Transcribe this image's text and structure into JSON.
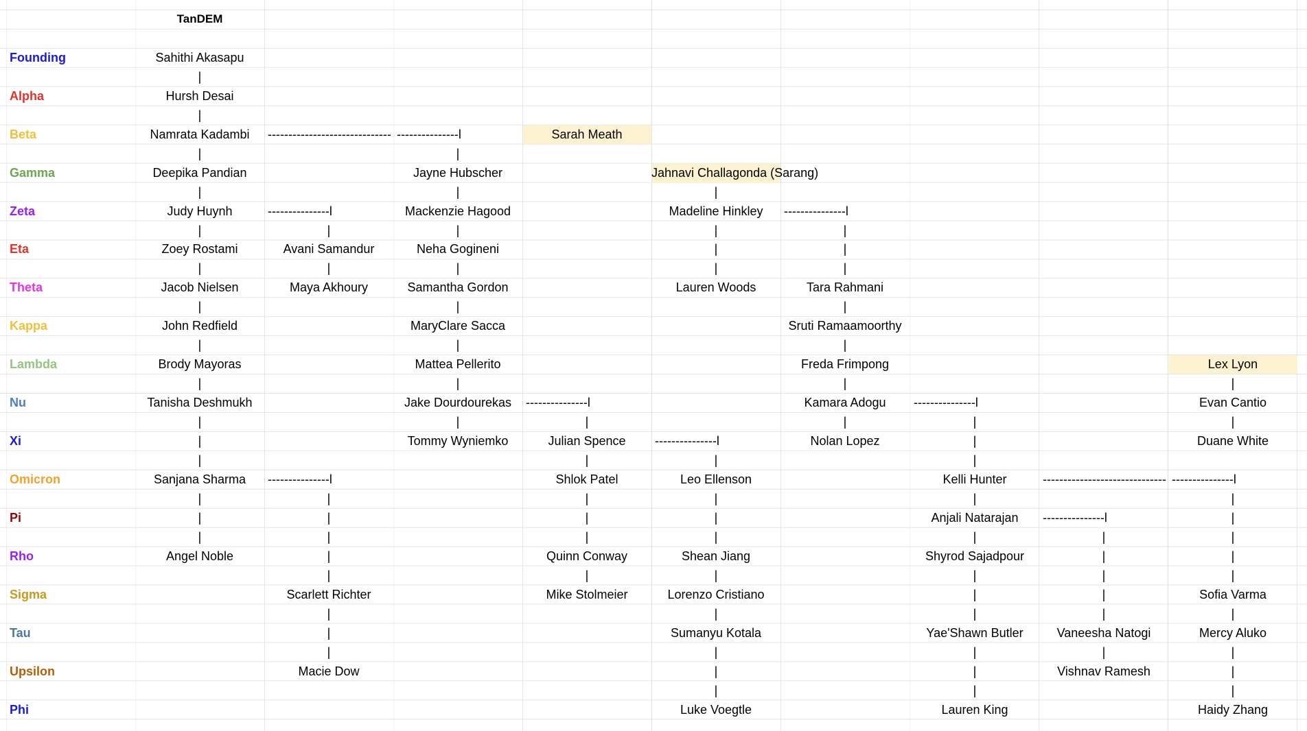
{
  "title": "TanDEM",
  "colors": {
    "grid": "#e2e2e2",
    "highlight": "#fdf2d0"
  },
  "classes": [
    {
      "name": "Founding",
      "color": "#1a1adb"
    },
    {
      "name": "Alpha",
      "color": "#e6312b"
    },
    {
      "name": "Beta",
      "color": "#f0bf3a"
    },
    {
      "name": "Gamma",
      "color": "#6aa84f"
    },
    {
      "name": "Zeta",
      "color": "#9b1ff0"
    },
    {
      "name": "Eta",
      "color": "#e6312b"
    },
    {
      "name": "Theta",
      "color": "#e533e8"
    },
    {
      "name": "Kappa",
      "color": "#f0bf3a"
    },
    {
      "name": "Lambda",
      "color": "#93c47d"
    },
    {
      "name": "Nu",
      "color": "#4a7fc1"
    },
    {
      "name": "Xi",
      "color": "#1a1adb"
    },
    {
      "name": "Omicron",
      "color": "#f1a12a"
    },
    {
      "name": "Pi",
      "color": "#990000"
    },
    {
      "name": "Rho",
      "color": "#9b1ff0"
    },
    {
      "name": "Sigma",
      "color": "#c79a1c"
    },
    {
      "name": "Tau",
      "color": "#4a7899"
    },
    {
      "name": "Upsilon",
      "color": "#b45f06"
    },
    {
      "name": "Phi",
      "color": "#1a1adb"
    }
  ],
  "highlights": [
    {
      "row": 7,
      "col": 4,
      "span": 1
    },
    {
      "row": 9,
      "col": 5,
      "span": 1
    },
    {
      "row": 19,
      "col": 9,
      "span": 1
    }
  ],
  "cells": [
    {
      "row": 1,
      "col": 1,
      "text": "TanDEM",
      "align": "center",
      "style": "title"
    },
    {
      "row": 3,
      "col": 1,
      "text": "Sahithi Akasapu",
      "align": "center"
    },
    {
      "row": 4,
      "col": 1,
      "text": "|",
      "align": "center"
    },
    {
      "row": 5,
      "col": 1,
      "text": "Hursh Desai",
      "align": "center"
    },
    {
      "row": 6,
      "col": 1,
      "text": "|",
      "align": "center"
    },
    {
      "row": 7,
      "col": 1,
      "text": "Namrata Kadambi",
      "align": "center"
    },
    {
      "row": 7,
      "col": 2,
      "text": "------------------------------",
      "align": "left"
    },
    {
      "row": 7,
      "col": 3,
      "text": "---------------l",
      "align": "left"
    },
    {
      "row": 7,
      "col": 4,
      "text": "Sarah Meath",
      "align": "center"
    },
    {
      "row": 8,
      "col": 1,
      "text": "|",
      "align": "center"
    },
    {
      "row": 8,
      "col": 3,
      "text": "|",
      "align": "center"
    },
    {
      "row": 9,
      "col": 1,
      "text": "Deepika Pandian",
      "align": "center"
    },
    {
      "row": 9,
      "col": 3,
      "text": "Jayne Hubscher",
      "align": "center"
    },
    {
      "row": 9,
      "col": 5,
      "text": "Jahnavi Challagonda (Sarang)",
      "align": "center"
    },
    {
      "row": 10,
      "col": 1,
      "text": "|",
      "align": "center"
    },
    {
      "row": 10,
      "col": 3,
      "text": "|",
      "align": "center"
    },
    {
      "row": 10,
      "col": 5,
      "text": "|",
      "align": "center"
    },
    {
      "row": 11,
      "col": 1,
      "text": "Judy Huynh",
      "align": "center"
    },
    {
      "row": 11,
      "col": 2,
      "text": "---------------l",
      "align": "left"
    },
    {
      "row": 11,
      "col": 3,
      "text": "Mackenzie Hagood",
      "align": "center"
    },
    {
      "row": 11,
      "col": 5,
      "text": "Madeline Hinkley",
      "align": "center"
    },
    {
      "row": 11,
      "col": 6,
      "text": "---------------l",
      "align": "left"
    },
    {
      "row": 12,
      "col": 1,
      "text": "|",
      "align": "center"
    },
    {
      "row": 12,
      "col": 2,
      "text": "|",
      "align": "center"
    },
    {
      "row": 12,
      "col": 3,
      "text": "|",
      "align": "center"
    },
    {
      "row": 12,
      "col": 5,
      "text": "|",
      "align": "center"
    },
    {
      "row": 12,
      "col": 6,
      "text": "|",
      "align": "center"
    },
    {
      "row": 13,
      "col": 1,
      "text": "Zoey Rostami",
      "align": "center"
    },
    {
      "row": 13,
      "col": 2,
      "text": "Avani Samandur",
      "align": "center"
    },
    {
      "row": 13,
      "col": 3,
      "text": "Neha Gogineni",
      "align": "center"
    },
    {
      "row": 13,
      "col": 5,
      "text": "|",
      "align": "center"
    },
    {
      "row": 13,
      "col": 6,
      "text": "|",
      "align": "center"
    },
    {
      "row": 14,
      "col": 1,
      "text": "|",
      "align": "center"
    },
    {
      "row": 14,
      "col": 2,
      "text": "|",
      "align": "center"
    },
    {
      "row": 14,
      "col": 3,
      "text": "|",
      "align": "center"
    },
    {
      "row": 14,
      "col": 5,
      "text": "|",
      "align": "center"
    },
    {
      "row": 14,
      "col": 6,
      "text": "|",
      "align": "center"
    },
    {
      "row": 15,
      "col": 1,
      "text": "Jacob Nielsen",
      "align": "center"
    },
    {
      "row": 15,
      "col": 2,
      "text": "Maya Akhoury",
      "align": "center"
    },
    {
      "row": 15,
      "col": 3,
      "text": "Samantha Gordon",
      "align": "center"
    },
    {
      "row": 15,
      "col": 5,
      "text": "Lauren Woods",
      "align": "center"
    },
    {
      "row": 15,
      "col": 6,
      "text": "Tara Rahmani",
      "align": "center"
    },
    {
      "row": 16,
      "col": 1,
      "text": "|",
      "align": "center"
    },
    {
      "row": 16,
      "col": 3,
      "text": "|",
      "align": "center"
    },
    {
      "row": 16,
      "col": 6,
      "text": "|",
      "align": "center"
    },
    {
      "row": 17,
      "col": 1,
      "text": "John Redfield",
      "align": "center"
    },
    {
      "row": 17,
      "col": 3,
      "text": "MaryClare Sacca",
      "align": "center"
    },
    {
      "row": 17,
      "col": 6,
      "text": "Sruti Ramaamoorthy",
      "align": "center"
    },
    {
      "row": 18,
      "col": 1,
      "text": "|",
      "align": "center"
    },
    {
      "row": 18,
      "col": 3,
      "text": "|",
      "align": "center"
    },
    {
      "row": 18,
      "col": 6,
      "text": "|",
      "align": "center"
    },
    {
      "row": 19,
      "col": 1,
      "text": "Brody Mayoras",
      "align": "center"
    },
    {
      "row": 19,
      "col": 3,
      "text": "Mattea Pellerito",
      "align": "center"
    },
    {
      "row": 19,
      "col": 6,
      "text": "Freda Frimpong",
      "align": "center"
    },
    {
      "row": 19,
      "col": 9,
      "text": "Lex Lyon",
      "align": "center"
    },
    {
      "row": 20,
      "col": 1,
      "text": "|",
      "align": "center"
    },
    {
      "row": 20,
      "col": 3,
      "text": "|",
      "align": "center"
    },
    {
      "row": 20,
      "col": 6,
      "text": "|",
      "align": "center"
    },
    {
      "row": 20,
      "col": 9,
      "text": "|",
      "align": "center"
    },
    {
      "row": 21,
      "col": 1,
      "text": "Tanisha Deshmukh",
      "align": "center"
    },
    {
      "row": 21,
      "col": 3,
      "text": "Jake Dourdourekas",
      "align": "center"
    },
    {
      "row": 21,
      "col": 4,
      "text": "---------------l",
      "align": "left"
    },
    {
      "row": 21,
      "col": 6,
      "text": "Kamara Adogu",
      "align": "center"
    },
    {
      "row": 21,
      "col": 7,
      "text": "---------------l",
      "align": "left"
    },
    {
      "row": 21,
      "col": 9,
      "text": "Evan Cantio",
      "align": "center"
    },
    {
      "row": 22,
      "col": 1,
      "text": "|",
      "align": "center"
    },
    {
      "row": 22,
      "col": 3,
      "text": "|",
      "align": "center"
    },
    {
      "row": 22,
      "col": 4,
      "text": "|",
      "align": "center"
    },
    {
      "row": 22,
      "col": 6,
      "text": "|",
      "align": "center"
    },
    {
      "row": 22,
      "col": 7,
      "text": "|",
      "align": "center"
    },
    {
      "row": 22,
      "col": 9,
      "text": "|",
      "align": "center"
    },
    {
      "row": 23,
      "col": 1,
      "text": "|",
      "align": "center"
    },
    {
      "row": 23,
      "col": 3,
      "text": "Tommy Wyniemko",
      "align": "center"
    },
    {
      "row": 23,
      "col": 4,
      "text": "Julian Spence",
      "align": "center"
    },
    {
      "row": 23,
      "col": 5,
      "text": "---------------l",
      "align": "left"
    },
    {
      "row": 23,
      "col": 6,
      "text": "Nolan Lopez",
      "align": "center"
    },
    {
      "row": 23,
      "col": 7,
      "text": "|",
      "align": "center"
    },
    {
      "row": 23,
      "col": 9,
      "text": "Duane White",
      "align": "center"
    },
    {
      "row": 24,
      "col": 1,
      "text": "|",
      "align": "center"
    },
    {
      "row": 24,
      "col": 4,
      "text": "|",
      "align": "center"
    },
    {
      "row": 24,
      "col": 5,
      "text": "|",
      "align": "center"
    },
    {
      "row": 24,
      "col": 7,
      "text": "|",
      "align": "center"
    },
    {
      "row": 25,
      "col": 1,
      "text": "Sanjana Sharma",
      "align": "center"
    },
    {
      "row": 25,
      "col": 2,
      "text": "---------------l",
      "align": "left"
    },
    {
      "row": 25,
      "col": 4,
      "text": "Shlok Patel",
      "align": "center"
    },
    {
      "row": 25,
      "col": 5,
      "text": "Leo Ellenson",
      "align": "center"
    },
    {
      "row": 25,
      "col": 7,
      "text": "Kelli Hunter",
      "align": "center"
    },
    {
      "row": 25,
      "col": 8,
      "text": "------------------------------",
      "align": "left"
    },
    {
      "row": 25,
      "col": 9,
      "text": "---------------l",
      "align": "left"
    },
    {
      "row": 26,
      "col": 1,
      "text": "|",
      "align": "center"
    },
    {
      "row": 26,
      "col": 2,
      "text": "|",
      "align": "center"
    },
    {
      "row": 26,
      "col": 4,
      "text": "|",
      "align": "center"
    },
    {
      "row": 26,
      "col": 5,
      "text": "|",
      "align": "center"
    },
    {
      "row": 26,
      "col": 7,
      "text": "|",
      "align": "center"
    },
    {
      "row": 26,
      "col": 9,
      "text": "|",
      "align": "center"
    },
    {
      "row": 27,
      "col": 1,
      "text": "|",
      "align": "center"
    },
    {
      "row": 27,
      "col": 2,
      "text": "|",
      "align": "center"
    },
    {
      "row": 27,
      "col": 4,
      "text": "|",
      "align": "center"
    },
    {
      "row": 27,
      "col": 5,
      "text": "|",
      "align": "center"
    },
    {
      "row": 27,
      "col": 7,
      "text": "Anjali Natarajan",
      "align": "center"
    },
    {
      "row": 27,
      "col": 8,
      "text": "---------------l",
      "align": "left"
    },
    {
      "row": 27,
      "col": 9,
      "text": "|",
      "align": "center"
    },
    {
      "row": 28,
      "col": 1,
      "text": "|",
      "align": "center"
    },
    {
      "row": 28,
      "col": 2,
      "text": "|",
      "align": "center"
    },
    {
      "row": 28,
      "col": 4,
      "text": "|",
      "align": "center"
    },
    {
      "row": 28,
      "col": 5,
      "text": "|",
      "align": "center"
    },
    {
      "row": 28,
      "col": 7,
      "text": "|",
      "align": "center"
    },
    {
      "row": 28,
      "col": 8,
      "text": "|",
      "align": "center"
    },
    {
      "row": 28,
      "col": 9,
      "text": "|",
      "align": "center"
    },
    {
      "row": 29,
      "col": 1,
      "text": "Angel Noble",
      "align": "center"
    },
    {
      "row": 29,
      "col": 2,
      "text": "|",
      "align": "center"
    },
    {
      "row": 29,
      "col": 4,
      "text": "Quinn Conway",
      "align": "center"
    },
    {
      "row": 29,
      "col": 5,
      "text": "Shean Jiang",
      "align": "center"
    },
    {
      "row": 29,
      "col": 7,
      "text": "Shyrod Sajadpour",
      "align": "center"
    },
    {
      "row": 29,
      "col": 8,
      "text": "|",
      "align": "center"
    },
    {
      "row": 29,
      "col": 9,
      "text": "|",
      "align": "center"
    },
    {
      "row": 30,
      "col": 2,
      "text": "|",
      "align": "center"
    },
    {
      "row": 30,
      "col": 4,
      "text": "|",
      "align": "center"
    },
    {
      "row": 30,
      "col": 5,
      "text": "|",
      "align": "center"
    },
    {
      "row": 30,
      "col": 7,
      "text": "|",
      "align": "center"
    },
    {
      "row": 30,
      "col": 8,
      "text": "|",
      "align": "center"
    },
    {
      "row": 30,
      "col": 9,
      "text": "|",
      "align": "center"
    },
    {
      "row": 31,
      "col": 2,
      "text": "Scarlett Richter",
      "align": "center"
    },
    {
      "row": 31,
      "col": 4,
      "text": "Mike Stolmeier",
      "align": "center"
    },
    {
      "row": 31,
      "col": 5,
      "text": "Lorenzo Cristiano",
      "align": "center"
    },
    {
      "row": 31,
      "col": 7,
      "text": "|",
      "align": "center"
    },
    {
      "row": 31,
      "col": 8,
      "text": "|",
      "align": "center"
    },
    {
      "row": 31,
      "col": 9,
      "text": "Sofia Varma",
      "align": "center"
    },
    {
      "row": 32,
      "col": 2,
      "text": "|",
      "align": "center"
    },
    {
      "row": 32,
      "col": 5,
      "text": "|",
      "align": "center"
    },
    {
      "row": 32,
      "col": 7,
      "text": "|",
      "align": "center"
    },
    {
      "row": 32,
      "col": 8,
      "text": "|",
      "align": "center"
    },
    {
      "row": 32,
      "col": 9,
      "text": "|",
      "align": "center"
    },
    {
      "row": 33,
      "col": 2,
      "text": "|",
      "align": "center"
    },
    {
      "row": 33,
      "col": 5,
      "text": "Sumanyu Kotala",
      "align": "center"
    },
    {
      "row": 33,
      "col": 7,
      "text": "Yae'Shawn Butler",
      "align": "center"
    },
    {
      "row": 33,
      "col": 8,
      "text": "Vaneesha Natogi",
      "align": "center"
    },
    {
      "row": 33,
      "col": 9,
      "text": "Mercy Aluko",
      "align": "center"
    },
    {
      "row": 34,
      "col": 2,
      "text": "|",
      "align": "center"
    },
    {
      "row": 34,
      "col": 5,
      "text": "|",
      "align": "center"
    },
    {
      "row": 34,
      "col": 7,
      "text": "|",
      "align": "center"
    },
    {
      "row": 34,
      "col": 8,
      "text": "|",
      "align": "center"
    },
    {
      "row": 34,
      "col": 9,
      "text": "|",
      "align": "center"
    },
    {
      "row": 35,
      "col": 2,
      "text": "Macie Dow",
      "align": "center"
    },
    {
      "row": 35,
      "col": 5,
      "text": "|",
      "align": "center"
    },
    {
      "row": 35,
      "col": 7,
      "text": "|",
      "align": "center"
    },
    {
      "row": 35,
      "col": 8,
      "text": "Vishnav Ramesh",
      "align": "center"
    },
    {
      "row": 35,
      "col": 9,
      "text": "|",
      "align": "center"
    },
    {
      "row": 36,
      "col": 5,
      "text": "|",
      "align": "center"
    },
    {
      "row": 36,
      "col": 7,
      "text": "|",
      "align": "center"
    },
    {
      "row": 36,
      "col": 9,
      "text": "|",
      "align": "center"
    },
    {
      "row": 37,
      "col": 5,
      "text": "Luke Voegtle",
      "align": "center"
    },
    {
      "row": 37,
      "col": 7,
      "text": "Lauren King",
      "align": "center"
    },
    {
      "row": 37,
      "col": 9,
      "text": "Haidy Zhang",
      "align": "center"
    }
  ]
}
